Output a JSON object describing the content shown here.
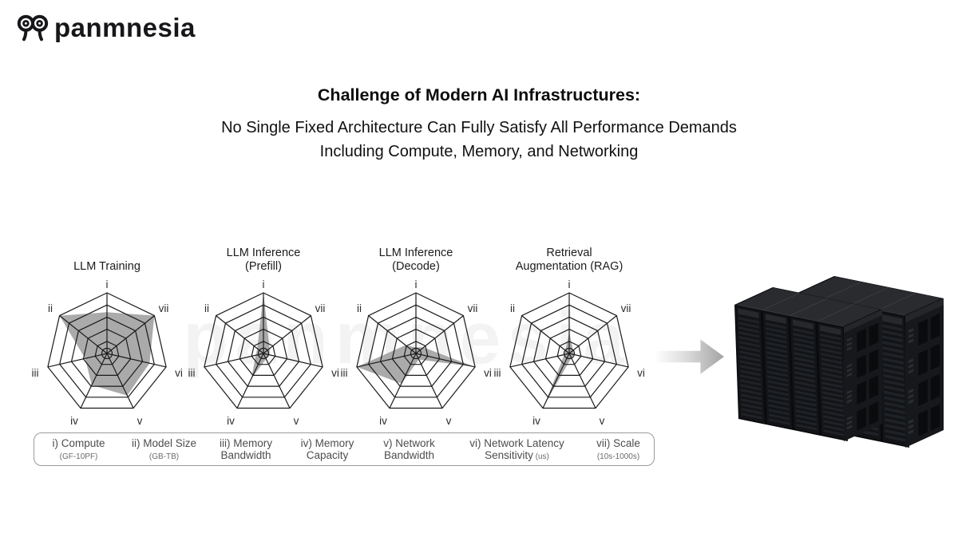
{
  "brand": {
    "wordmark": "panmnesia"
  },
  "header": {
    "title": "Challenge of Modern AI Infrastructures:",
    "subtitle_line1": "No Single Fixed Architecture Can Fully Satisfy All Performance Demands",
    "subtitle_line2": "Including Compute, Memory, and Networking"
  },
  "watermark_text": "panmnesia",
  "colors": {
    "radar_fill": "#a3a3a3",
    "radar_grid": "#1b1b1b",
    "axis_label_text": "#2b2b2b",
    "legend_border": "#9b9b9b",
    "legend_text": "#4d4d4d"
  },
  "chart_data": [
    {
      "type": "radar",
      "title": "LLM Training",
      "title_lines": [
        "LLM Training"
      ],
      "axes": [
        "i",
        "ii",
        "iii",
        "iv",
        "v",
        "vi",
        "vii"
      ],
      "values": [
        0.68,
        1.0,
        0.37,
        0.58,
        0.77,
        0.72,
        1.0
      ],
      "value_range": [
        0,
        1
      ],
      "rings": [
        0.2,
        0.4,
        0.6,
        0.8,
        1.0
      ],
      "grid": true
    },
    {
      "type": "radar",
      "title": "LLM Inference (Prefill)",
      "title_lines": [
        "LLM Inference",
        "(Prefill)"
      ],
      "axes": [
        "i",
        "ii",
        "iii",
        "iv",
        "v",
        "vi",
        "vii"
      ],
      "values": [
        1.0,
        0.13,
        0.13,
        0.46,
        0.1,
        0.1,
        0.13
      ],
      "value_range": [
        0,
        1
      ],
      "rings": [
        0.2,
        0.4,
        0.6,
        0.8,
        1.0
      ],
      "grid": true
    },
    {
      "type": "radar",
      "title": "LLM Inference (Decode)",
      "title_lines": [
        "LLM Inference",
        "(Decode)"
      ],
      "axes": [
        "i",
        "ii",
        "iii",
        "iv",
        "v",
        "vi",
        "vii"
      ],
      "values": [
        0.1,
        0.22,
        1.0,
        0.55,
        0.11,
        1.0,
        0.16
      ],
      "value_range": [
        0,
        1
      ],
      "rings": [
        0.2,
        0.4,
        0.6,
        0.8,
        1.0
      ],
      "grid": true
    },
    {
      "type": "radar",
      "title": "Retrieval Augmentation (RAG)",
      "title_lines": [
        "Retrieval",
        "Augmentation (RAG)"
      ],
      "axes": [
        "i",
        "ii",
        "iii",
        "iv",
        "v",
        "vi",
        "vii"
      ],
      "values": [
        0.35,
        0.08,
        0.08,
        0.95,
        0.08,
        0.08,
        0.08
      ],
      "value_range": [
        0,
        1
      ],
      "rings": [
        0.2,
        0.4,
        0.6,
        0.8,
        1.0
      ],
      "grid": true
    }
  ],
  "axis_legend": {
    "items": [
      {
        "label": "i) Compute",
        "label2": "",
        "sub": "(GF-10PF)"
      },
      {
        "label": "ii) Model Size",
        "label2": "",
        "sub": "(GB-TB)"
      },
      {
        "label": "iii) Memory",
        "label2": "Bandwidth",
        "sub": ""
      },
      {
        "label": "iv) Memory",
        "label2": "Capacity",
        "sub": ""
      },
      {
        "label": "v) Network",
        "label2": "Bandwidth",
        "sub": ""
      },
      {
        "label": "vi) Network Latency",
        "label2": "Sensitivity",
        "sub": "(us)"
      },
      {
        "label": "vii) Scale",
        "label2": "",
        "sub": "(10s-1000s)"
      }
    ]
  },
  "illustration": {
    "arrow_direction": "right",
    "racks_alt": "cluster of black server racks"
  }
}
